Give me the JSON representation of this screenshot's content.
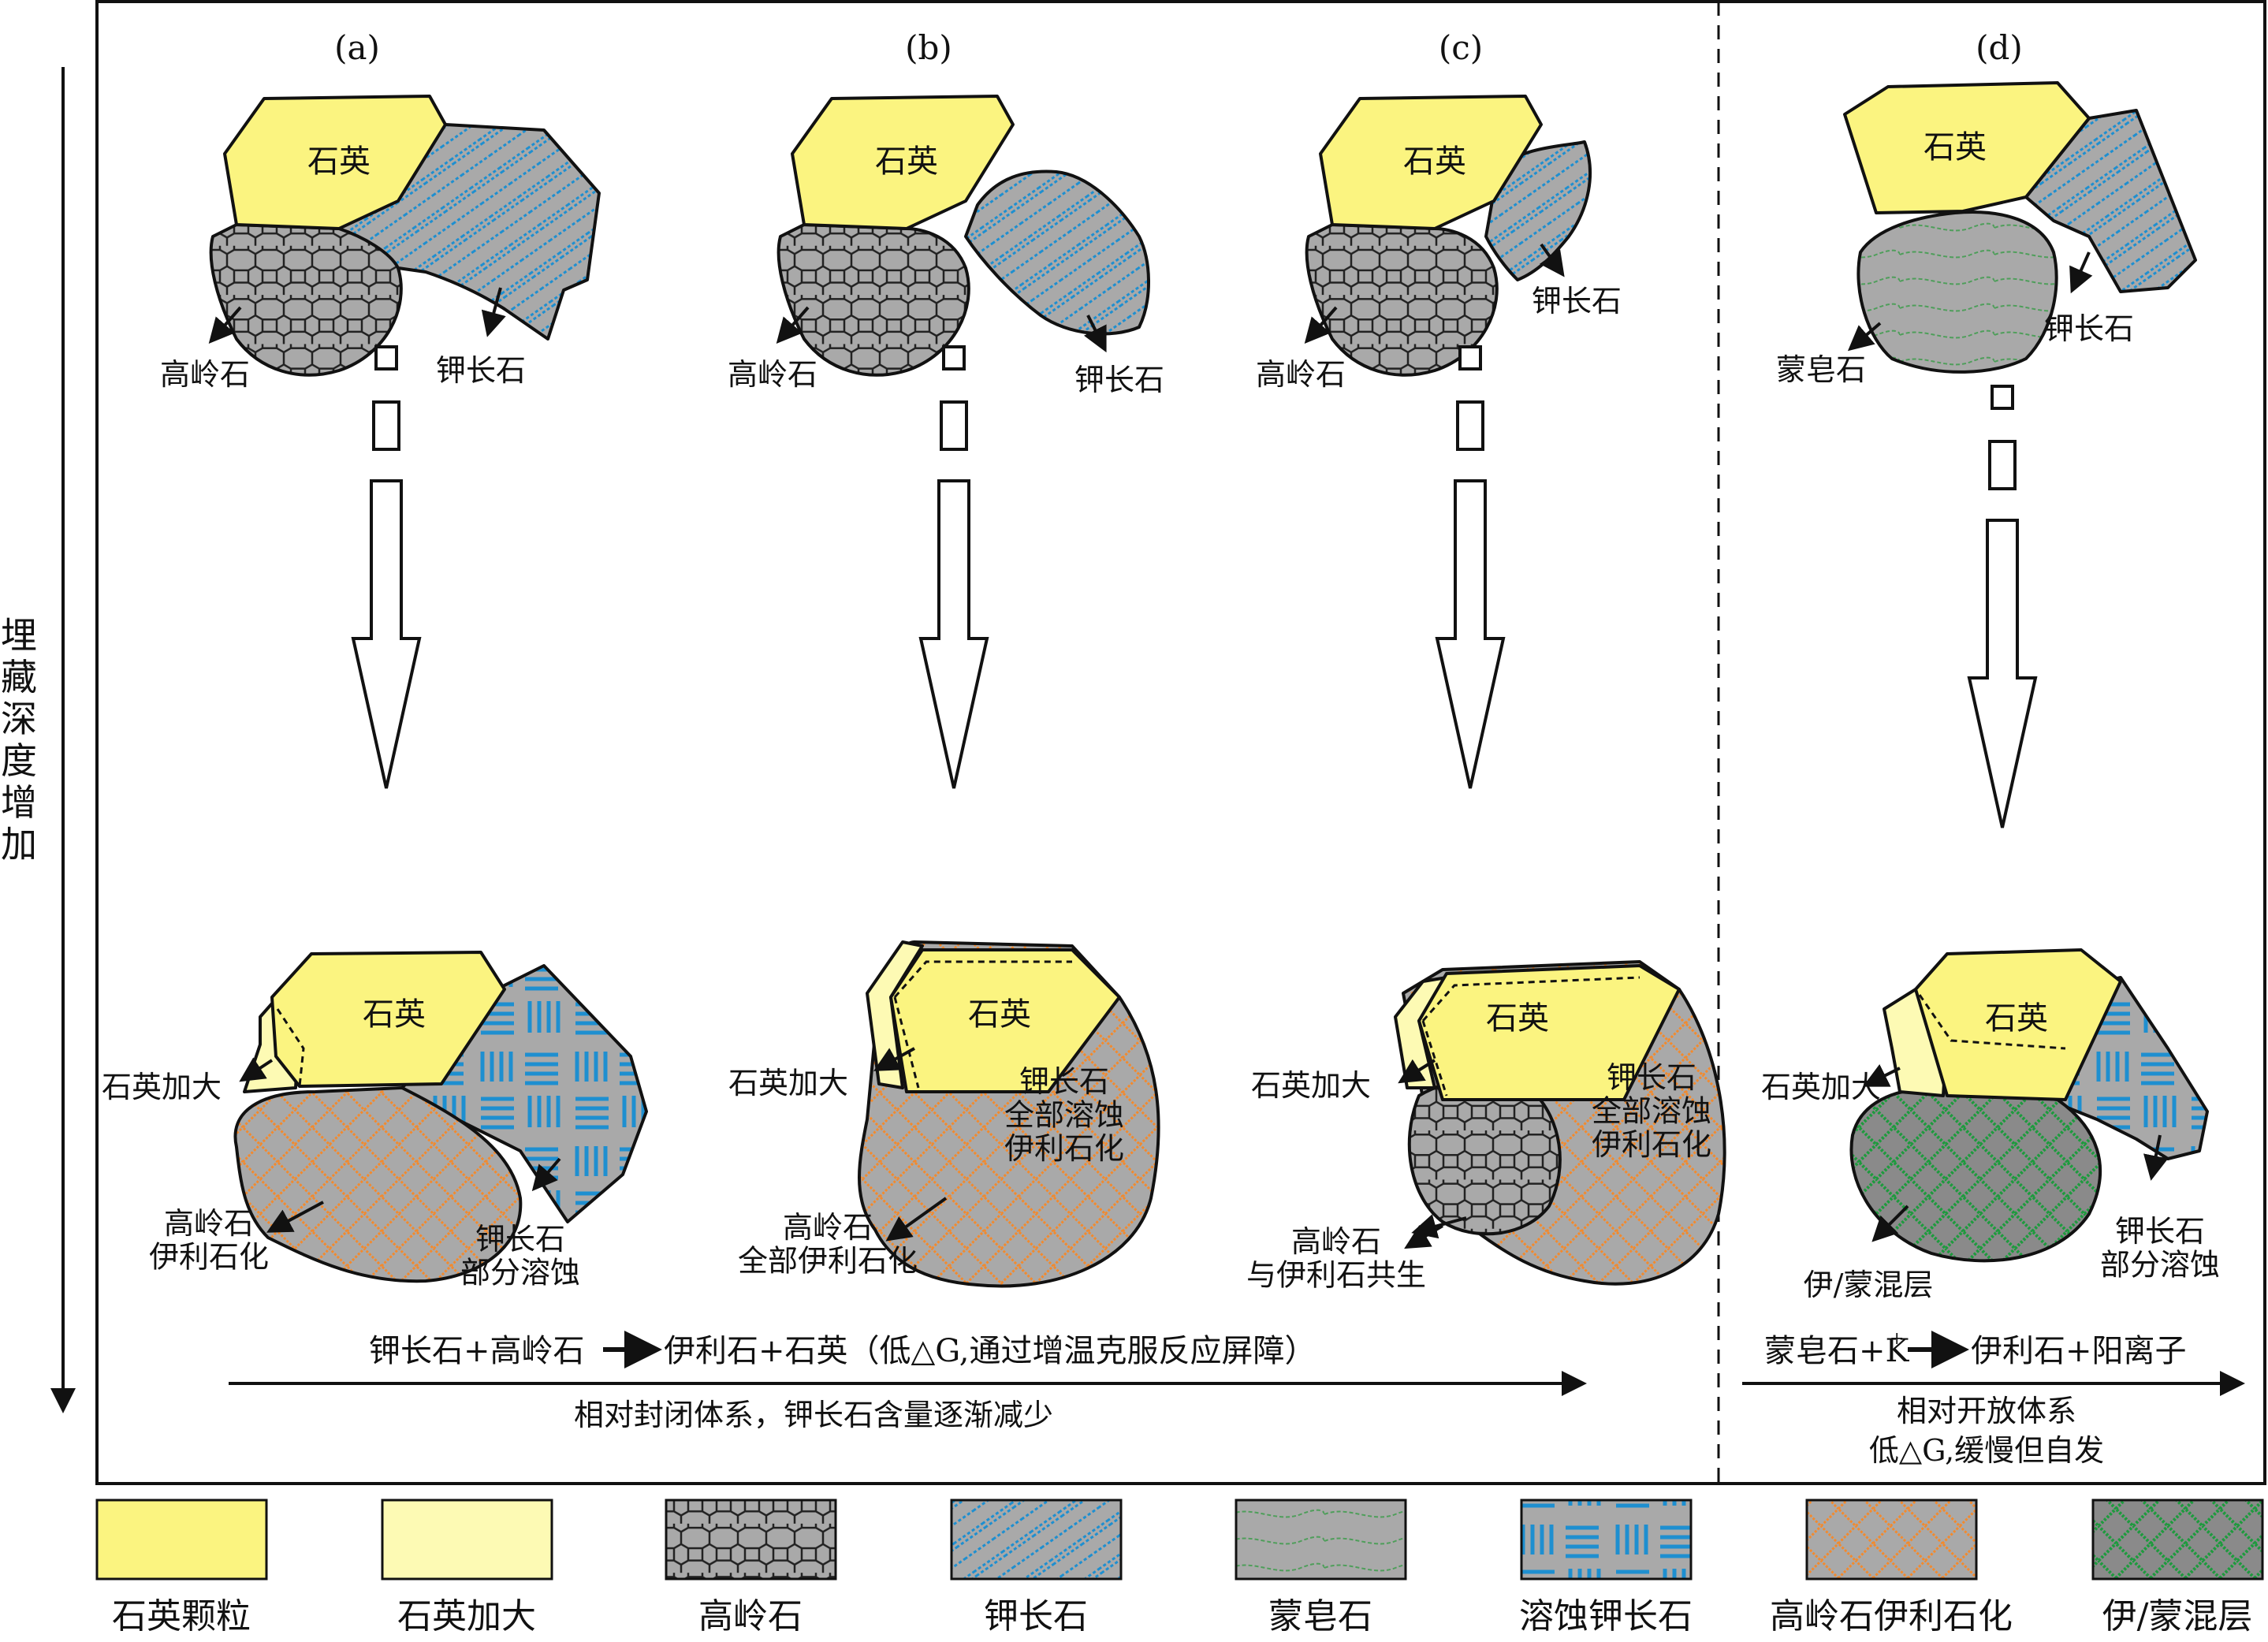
{
  "side_label": "埋藏深度增加",
  "panels": [
    {
      "label": "(a)",
      "top": {
        "quartz": "石英",
        "kaolinite": "高岭石",
        "feldspar": "钾长石"
      },
      "bottom": {
        "quartz": "石英",
        "overgrowth": "石英加大",
        "kaolinite": "高岭石\n伊利石化",
        "feldspar": "钾长石\n部分溶蚀"
      }
    },
    {
      "label": "(b)",
      "top": {
        "quartz": "石英",
        "kaolinite": "高岭石",
        "feldspar": "钾长石"
      },
      "bottom": {
        "quartz": "石英",
        "overgrowth": "石英加大",
        "feldspar": "钾长石\n全部溶蚀\n伊利石化",
        "kaolinite": "高岭石\n全部伊利石化"
      }
    },
    {
      "label": "(c)",
      "top": {
        "quartz": "石英",
        "kaolinite": "高岭石",
        "feldspar": "钾长石"
      },
      "bottom": {
        "quartz": "石英",
        "overgrowth": "石英加大",
        "feldspar": "钾长石\n全部溶蚀\n伊利石化",
        "kaolinite": "高岭石\n与伊利石共生"
      }
    },
    {
      "label": "(d)",
      "top": {
        "quartz": "石英",
        "smectite": "蒙皂石",
        "feldspar": "钾长石"
      },
      "bottom": {
        "quartz": "石英",
        "overgrowth": "石英加大",
        "mixed": "伊/蒙混层",
        "feldspar": "钾长石\n部分溶蚀"
      }
    }
  ],
  "reaction_closed": {
    "left": "钾长石+高岭石",
    "right": "伊利石+石英（低△G,通过增温克服反应屏障）",
    "note": "相对封闭体系，钾长石含量逐渐减少"
  },
  "reaction_open": {
    "left": "蒙皂石+K",
    "left_sup": "+",
    "right": "伊利石+阳离子",
    "note_1": "相对开放体系",
    "note_2": "低△G,缓慢但自发"
  },
  "legend": [
    {
      "label": "石英颗粒",
      "pattern": "quartz"
    },
    {
      "label": "石英加大",
      "pattern": "overgrowth"
    },
    {
      "label": "高岭石",
      "pattern": "kaolinite"
    },
    {
      "label": "钾长石",
      "pattern": "feldspar"
    },
    {
      "label": "蒙皂石",
      "pattern": "smectite"
    },
    {
      "label": "溶蚀钾长石",
      "pattern": "dissolved"
    },
    {
      "label": "高岭石伊利石化",
      "pattern": "kaol_illite"
    },
    {
      "label": "伊/蒙混层",
      "pattern": "mixed"
    }
  ],
  "colors": {
    "quartz": "#fbf480",
    "overgrowth": "#fdfab4",
    "grain_gray": "#a9a9a9",
    "feldspar_stripe": "#1e8fd0",
    "illite_orange": "#f28a2e",
    "mixed_green": "#1e9a3e",
    "smectite_green": "#5fae6a"
  }
}
